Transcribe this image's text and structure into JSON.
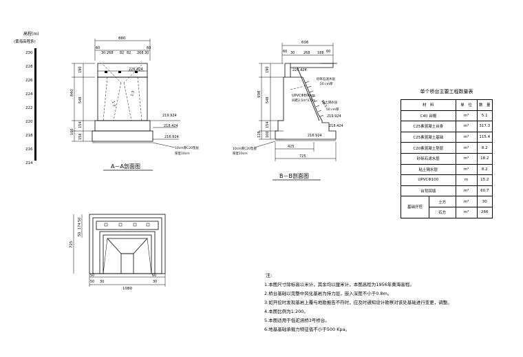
{
  "elevation_scale": {
    "header_1": "高程(m)",
    "header_2": "(黄海高程系)",
    "ticks": [
      "230",
      "228",
      "226",
      "224",
      "222",
      "220",
      "218",
      "216",
      "214"
    ]
  },
  "section_aa": {
    "title": "A－A剖面图",
    "dims_top": {
      "total": "880",
      "d60a": "60",
      "d30a": "30",
      "d268a": "268",
      "d82a": "82",
      "d82b": "82",
      "d268b": "268",
      "d30b": "30",
      "d60b": "60"
    },
    "dims_left": {
      "d190": "190",
      "d840": "840",
      "d548": "548",
      "d100": "100",
      "d154": "154",
      "d156": "156"
    },
    "elevations": {
      "top": "226.424",
      "mid": "219.924",
      "low": "218.424",
      "bottom": "216.924"
    },
    "labels": {
      "slope_left": "1:3",
      "slope_right": "1:3",
      "cushion_1": "10cm厚C20垫层",
      "cushion_2": "厚度10cm"
    }
  },
  "section_bb": {
    "title": "B－B剖面图",
    "dims_top": {
      "total": "606",
      "d60": "60",
      "d30": "30",
      "d268": "268",
      "d188": "188",
      "d60b": "60"
    },
    "dims_left": {
      "d190": "190",
      "d998": "998",
      "d548": "548",
      "d154": "154",
      "d128": "128",
      "d100": "100"
    },
    "dims_bottom": {
      "d425": "425",
      "d725": "725"
    },
    "elevations": {
      "top": "226.424",
      "mid": "219.924",
      "low": "218.424",
      "bottom": "216.924"
    },
    "labels": {
      "upvc": "UPVCΦ80mm",
      "spacing": "间距2.5m*2.5m",
      "gravel": "砂砾石滤水层",
      "gravel_thk": "50 cm厚",
      "clay": "粘土隔水层",
      "clay_thk": "50 cm厚",
      "slope": "1:0.5",
      "cushion_1": "10cm厚C20垫层",
      "cushion_2": "厚度10cm"
    }
  },
  "plan_view": {
    "dims_left": {
      "d50a": "50",
      "d174": "174",
      "d50b": "50",
      "d725": "725"
    },
    "dims_bottom": {
      "d50a": "50",
      "d30a": "30",
      "d30b": "30",
      "d60": "60",
      "d50b": "50",
      "total": "1080"
    }
  },
  "quantity_table": {
    "title": "单个桥台主要工程数量表",
    "headers": [
      "材　料",
      "单　位",
      "数　量"
    ],
    "rows": [
      {
        "name": "C40 台帽",
        "unit": "m³",
        "qty": "5.1"
      },
      {
        "name": "C25素混凝土台身",
        "unit": "m³",
        "qty": "317.3"
      },
      {
        "name": "C25素混凝土基础",
        "unit": "m³",
        "qty": "115.4"
      },
      {
        "name": "C20素混凝土垫层",
        "unit": "m³",
        "qty": "8.2"
      },
      {
        "name": "砂砾石滤水层",
        "unit": "m³",
        "qty": "18.2"
      },
      {
        "name": "粘土隔水层",
        "unit": "m³",
        "qty": "8.2"
      },
      {
        "name": "UPVCΦ100",
        "unit": "m",
        "qty": "15.2"
      },
      {
        "name": "台背回填",
        "unit": "m³",
        "qty": "60.7"
      }
    ],
    "excavation": {
      "name": "基础开挖",
      "sub": [
        {
          "name": "土方",
          "unit": "m³",
          "qty": "30"
        },
        {
          "name": "石方",
          "unit": "m³",
          "qty": "266"
        }
      ]
    }
  },
  "notes": {
    "title": "注:",
    "items": [
      "1.本图尺寸除标高以米计，其余均以厘米计，本图高程为1956年黄海高程。",
      "2.桥台基础以完整中风化基岩为持力层，嵌入深度不小于0.8m。",
      "3.如开挖时发现基岩上覆与地勘报告不符时，应及时通知设计勘察对该处基础进行变更，调整。",
      "4.本图比例为1:200。",
      "5.本图适用于低驼涵桥3号桥台。",
      "6.地基基础承载力特征值不小于500 Kpa。"
    ]
  }
}
